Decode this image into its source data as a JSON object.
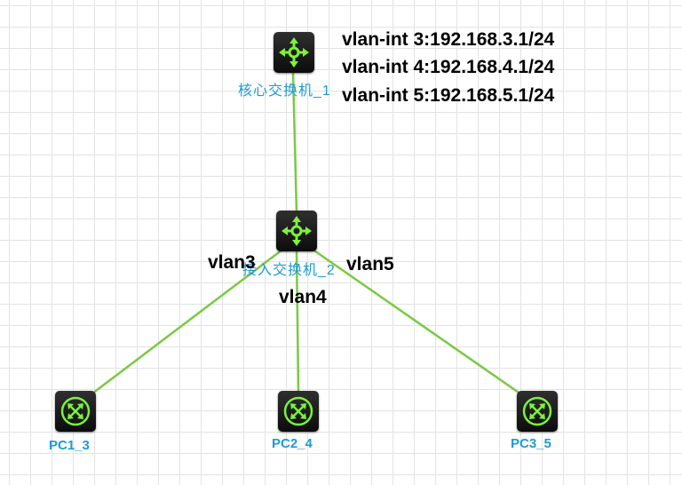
{
  "nodes": {
    "core_switch": {
      "label": "核心交换机_1"
    },
    "access_switch": {
      "label": "接入交换机_2"
    },
    "pc1": {
      "label": "PC1_3"
    },
    "pc2": {
      "label": "PC2_4"
    },
    "pc3": {
      "label": "PC3_5"
    }
  },
  "annotations": {
    "vlan_int_3": "vlan-int 3:192.168.3.1/24",
    "vlan_int_4": "vlan-int 4:192.168.4.1/24",
    "vlan_int_5": "vlan-int 5:192.168.5.1/24",
    "vlan3": "vlan3",
    "vlan4": "vlan4",
    "vlan5": "vlan5"
  },
  "icons": {
    "switch": "l3-switch-icon",
    "pc": "hub-icon"
  },
  "colors": {
    "link": "#7ac943",
    "icon_glyph": "#7cf23a",
    "label": "#1d9bd6"
  }
}
